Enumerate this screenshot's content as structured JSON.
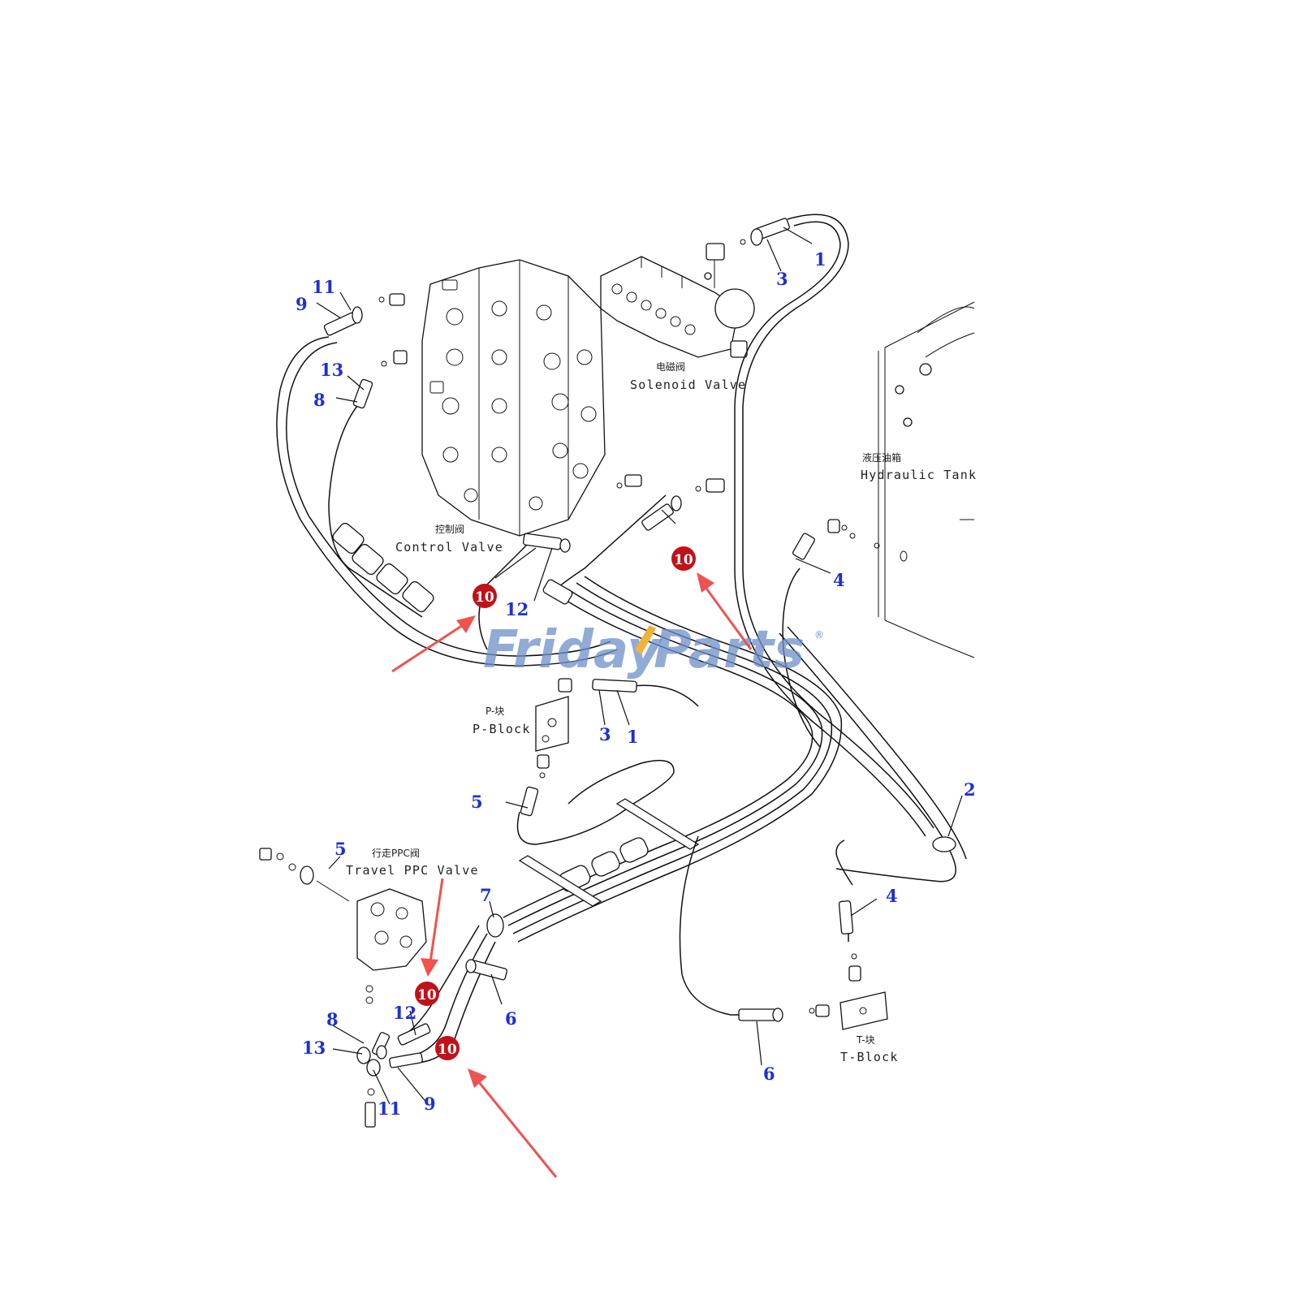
{
  "labels": {
    "solenoid_valve_zh": "电磁阀",
    "solenoid_valve_en": "Solenoid Valve",
    "hydraulic_tank_zh": "液压油箱",
    "hydraulic_tank_en": "Hydraulic Tank",
    "control_valve_zh": "控制阀",
    "control_valve_en": "Control Valve",
    "p_block_zh": "P-块",
    "p_block_en": "P-Block",
    "travel_ppc_zh": "行走PPC阀",
    "travel_ppc_en": "Travel PPC Valve",
    "t_block_zh": "T-块",
    "t_block_en": "T-Block"
  },
  "callouts": {
    "c1_top": "1",
    "c3_top": "3",
    "c11_top": "11",
    "c9_top": "9",
    "c13_top": "13",
    "c8_top": "8",
    "c12_mid": "12",
    "c4_right": "4",
    "c3_mid": "3",
    "c1_mid": "1",
    "c2": "2",
    "c5_mid": "5",
    "c5_left": "5",
    "c7": "7",
    "c4_lower": "4",
    "c6_mid": "6",
    "c12_low": "12",
    "c8_low": "8",
    "c13_low": "13",
    "c11_low": "11",
    "c9_low": "9",
    "c6_low": "6"
  },
  "highlight": {
    "badge_label": "10",
    "badge_color": "#c0121a",
    "arrow_color": "#ef5350"
  },
  "watermark": {
    "part1": "Friday",
    "part2": "Parts",
    "registered": "®"
  }
}
